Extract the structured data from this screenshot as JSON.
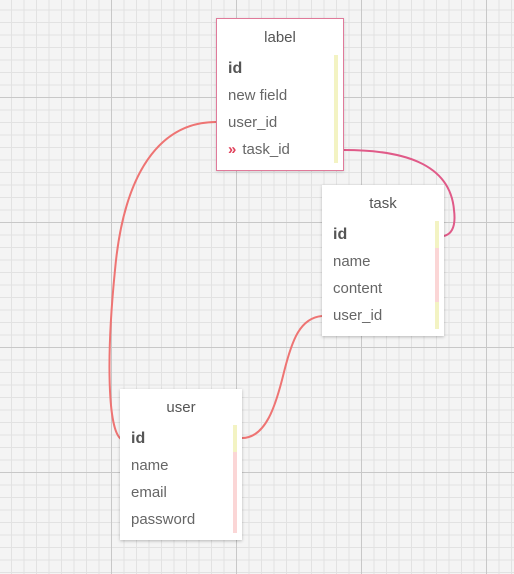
{
  "diagram": {
    "colors": {
      "connector": "#ee7473",
      "connector_selected": "#e05a88",
      "selected_border": "#e07a9a",
      "bar_key": "#f3f3c3",
      "bar_plain": "#fbd6d6",
      "fk_marker": "#e0405a"
    },
    "tables": {
      "label": {
        "title": "label",
        "selected": true,
        "fields": [
          {
            "name": "id",
            "primary": true,
            "bar": "key"
          },
          {
            "name": "new field",
            "primary": false,
            "bar": "key"
          },
          {
            "name": "user_id",
            "primary": false,
            "bar": "key"
          },
          {
            "name": "task_id",
            "primary": false,
            "bar": "key",
            "marker": "»"
          }
        ]
      },
      "task": {
        "title": "task",
        "selected": false,
        "fields": [
          {
            "name": "id",
            "primary": true,
            "bar": "key"
          },
          {
            "name": "name",
            "primary": false,
            "bar": "plain"
          },
          {
            "name": "content",
            "primary": false,
            "bar": "plain"
          },
          {
            "name": "user_id",
            "primary": false,
            "bar": "key"
          }
        ]
      },
      "user": {
        "title": "user",
        "selected": false,
        "fields": [
          {
            "name": "id",
            "primary": true,
            "bar": "key"
          },
          {
            "name": "name",
            "primary": false,
            "bar": "plain"
          },
          {
            "name": "email",
            "primary": false,
            "bar": "plain"
          },
          {
            "name": "password",
            "primary": false,
            "bar": "plain"
          }
        ]
      }
    },
    "relations": [
      {
        "from": "label.user_id",
        "to": "user.id"
      },
      {
        "from": "label.task_id",
        "to": "task.id"
      },
      {
        "from": "task.user_id",
        "to": "user.id"
      }
    ]
  }
}
